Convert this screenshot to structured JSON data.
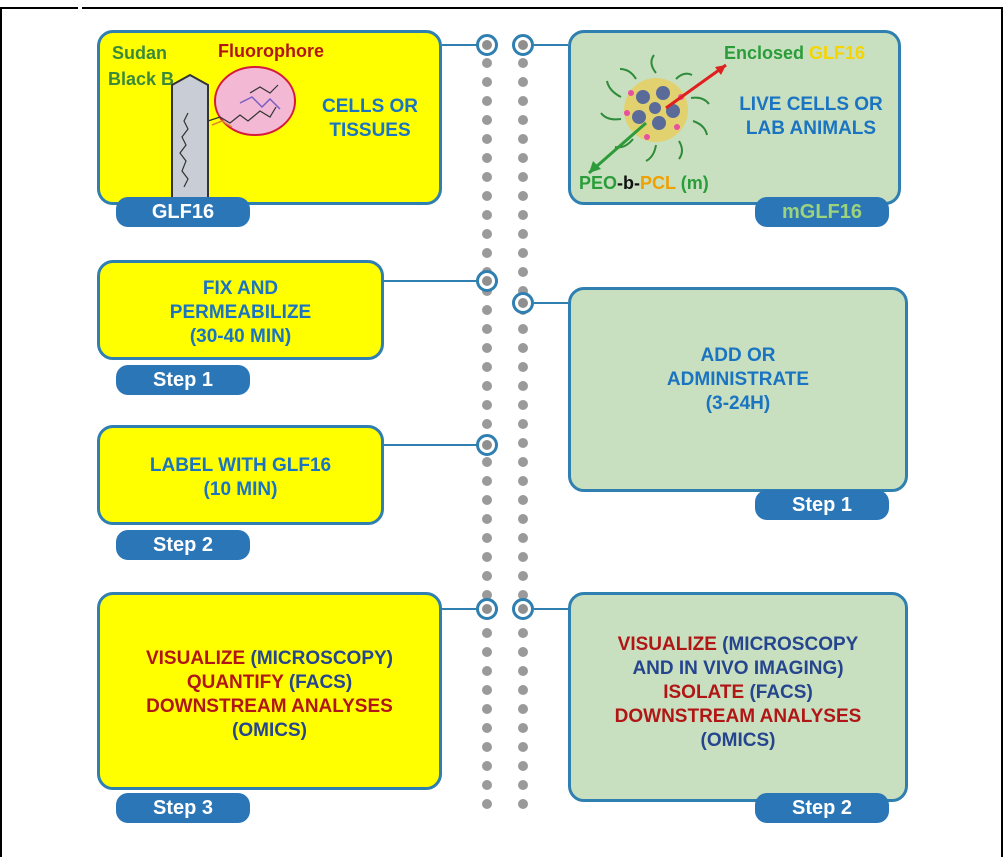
{
  "top_left": {
    "sudan": "Sudan",
    "black_b": "Black B",
    "fluorophore": "Fluorophore",
    "body": [
      "CELLS OR",
      "TISSUES"
    ],
    "tab": "GLF16"
  },
  "top_right": {
    "enclosed": "Enclosed",
    "enclosed_glf": "GLF16",
    "body": [
      "LIVE CELLS OR",
      "LAB ANIMALS"
    ],
    "peo": "PEO",
    "dash1": "-",
    "b": "b",
    "dash2": "-",
    "pcl": "PCL",
    "m": "(m)",
    "tab": "mGLF16"
  },
  "left_step1": {
    "lines": [
      "FIX AND",
      "PERMEABILIZE",
      "(30-40 MIN)"
    ],
    "tab": "Step 1"
  },
  "left_step2": {
    "lines": [
      "LABEL WITH GLF16",
      "(10 MIN)"
    ],
    "tab": "Step 2"
  },
  "left_step3": {
    "visualize": "VISUALIZE",
    "visualize_rest": "(MICROSCOPY)",
    "quantify": "QUANTIFY",
    "quantify_rest": "(FACS)",
    "downstream": "DOWNSTREAM ANALYSES",
    "omics": "(OMICS)",
    "tab": "Step 3"
  },
  "right_step1": {
    "lines": [
      "ADD OR",
      "ADMINISTRATE",
      "(3-24H)"
    ],
    "tab": "Step 1"
  },
  "right_step2": {
    "visualize": "VISUALIZE",
    "visualize_rest": "(MICROSCOPY",
    "line2": "AND IN VIVO IMAGING)",
    "isolate": "ISOLATE",
    "isolate_rest": "(FACS)",
    "downstream": "DOWNSTREAM ANALYSES",
    "omics": "(OMICS)",
    "tab": "Step 2"
  }
}
